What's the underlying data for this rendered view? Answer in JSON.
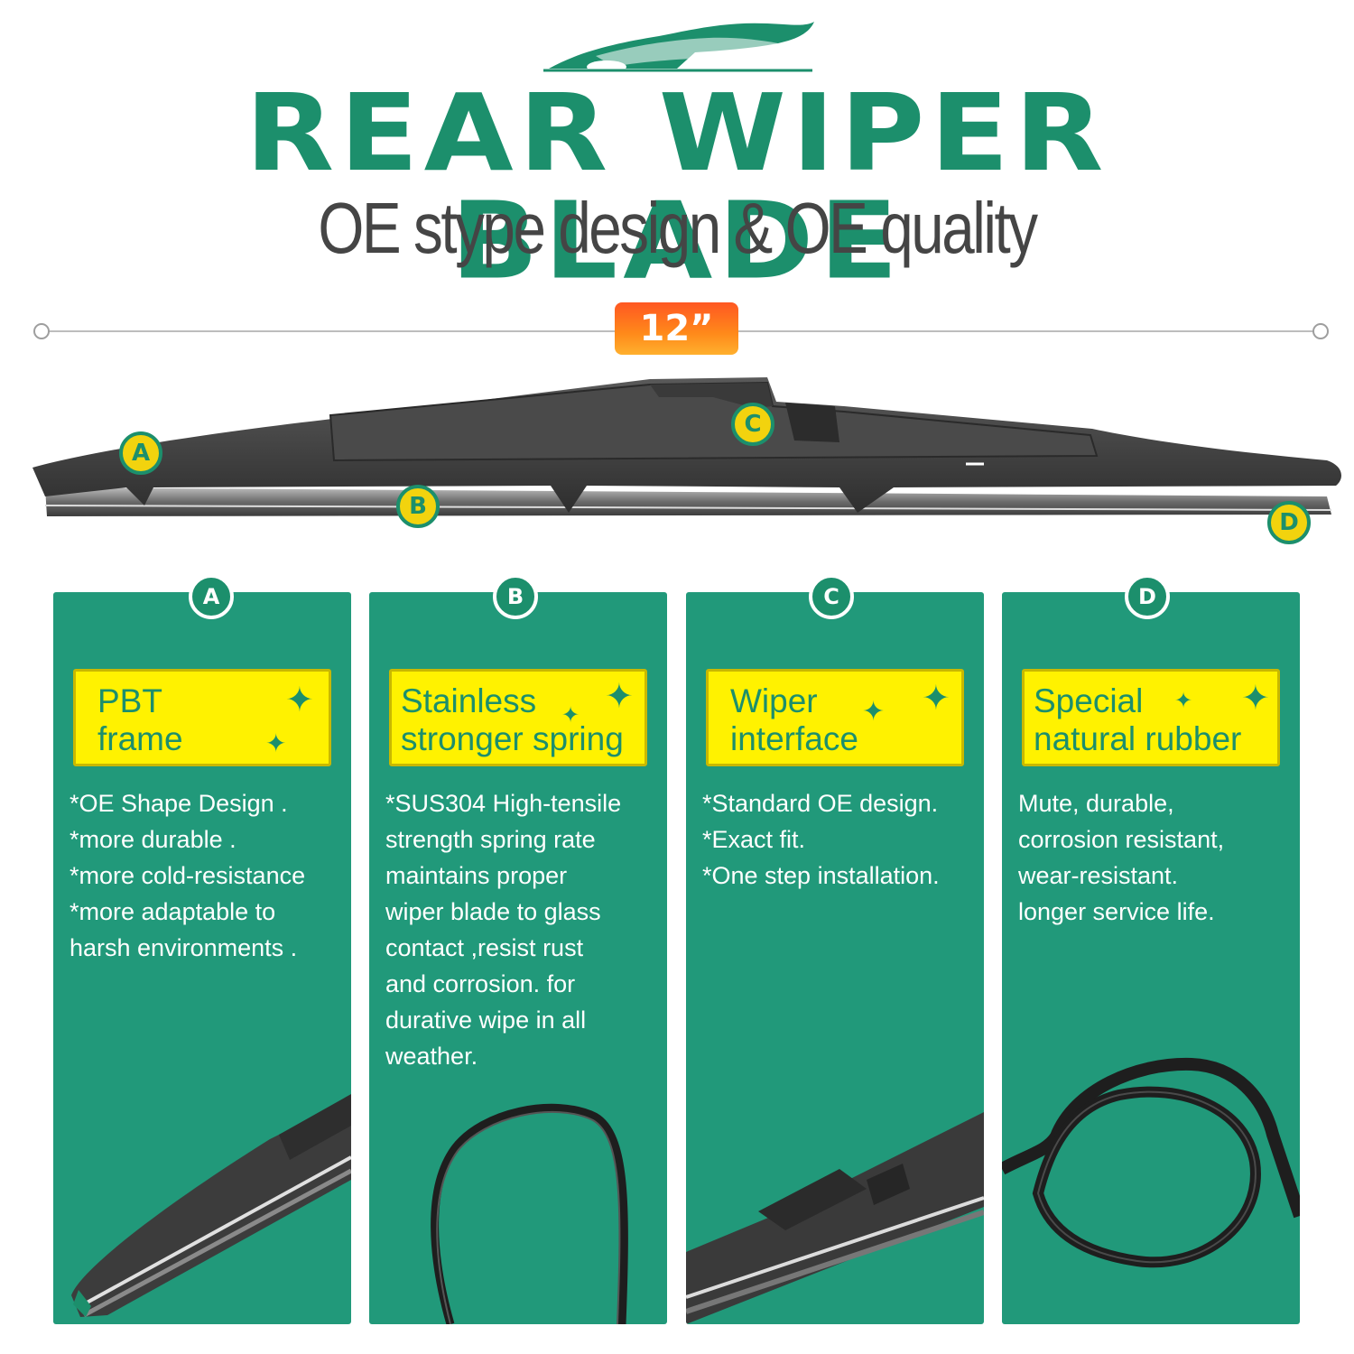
{
  "header": {
    "title": "REAR WIPER BLADE",
    "subtitle": "OE stype design & OE quality"
  },
  "size_badge": "12”",
  "callouts": [
    "A",
    "B",
    "C",
    "D"
  ],
  "cards": [
    {
      "letter": "A",
      "label_lines": [
        "PBT",
        "frame"
      ],
      "text_lines": [
        "*OE Shape Design .",
        "*more durable .",
        "*more cold-resistance",
        "*more adaptable to",
        "harsh environments ."
      ]
    },
    {
      "letter": "B",
      "label_lines": [
        "Stainless",
        "stronger spring"
      ],
      "text_lines": [
        "*SUS304 High-tensile",
        "strength spring rate",
        "maintains proper",
        "wiper blade to glass",
        "contact ,resist rust",
        "and corrosion. for",
        "durative wipe in all",
        "weather."
      ]
    },
    {
      "letter": "C",
      "label_lines": [
        "Wiper",
        "interface"
      ],
      "text_lines": [
        "*Standard OE design.",
        "*Exact fit.",
        "*One step installation."
      ]
    },
    {
      "letter": "D",
      "label_lines": [
        "Special",
        "natural rubber"
      ],
      "text_lines": [
        "Mute, durable,",
        "corrosion resistant,",
        "wear-resistant.",
        "longer service life."
      ]
    }
  ],
  "colors": {
    "brand_green": "#1c8f6c",
    "card_green": "#21997a",
    "label_yellow": "#fff200",
    "badge_orange": "#ff6a22",
    "subtitle_gray": "#454545"
  }
}
